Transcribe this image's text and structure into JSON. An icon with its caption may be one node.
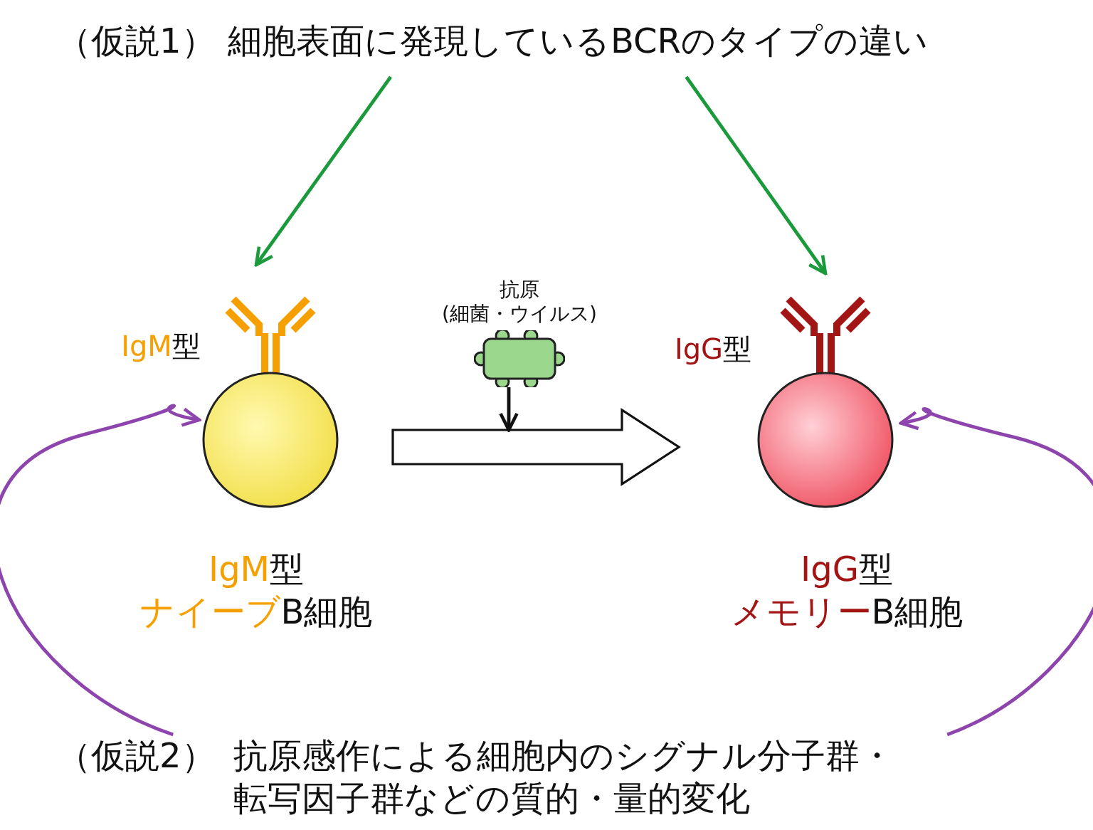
{
  "diagram": {
    "nodes": [
      {
        "text": [
          "（仮説1）",
          "細胞表面に発現しているBCRのタイプの違い"
        ]
      },
      {
        "text": [],
        "shape": "circle",
        "beside": [
          "IgM型",
          "IgM型ナイーブB細胞"
        ]
      },
      {
        "text": [
          "抗原(細菌・ウイルス)"
        ]
      },
      {
        "text": [],
        "shape": "circle",
        "beside": [
          "IgG型",
          "IgG型メモリーB細胞"
        ]
      },
      {
        "text": [
          "（仮説2）",
          "抗原感作による細胞内のシグナル分子群・転写因子群などの質的・量的変化"
        ]
      }
    ],
    "edges": [
      {
        "from": 0,
        "to": 1,
        "arrow": "to",
        "color": "#1a9a3a"
      },
      {
        "from": 0,
        "to": 3,
        "arrow": "to",
        "color": "#1a9a3a"
      },
      {
        "from": 1,
        "to": 3,
        "arrow": "to",
        "style": "thick",
        "color": "#111111"
      },
      {
        "from": 2,
        "to": null,
        "arrow": "to",
        "color": "#111111"
      },
      {
        "from": 4,
        "to": 1,
        "arrow": "to",
        "color": "#8e44ad"
      },
      {
        "from": 4,
        "to": 3,
        "arrow": "to",
        "color": "#8e44ad"
      }
    ]
  }
}
